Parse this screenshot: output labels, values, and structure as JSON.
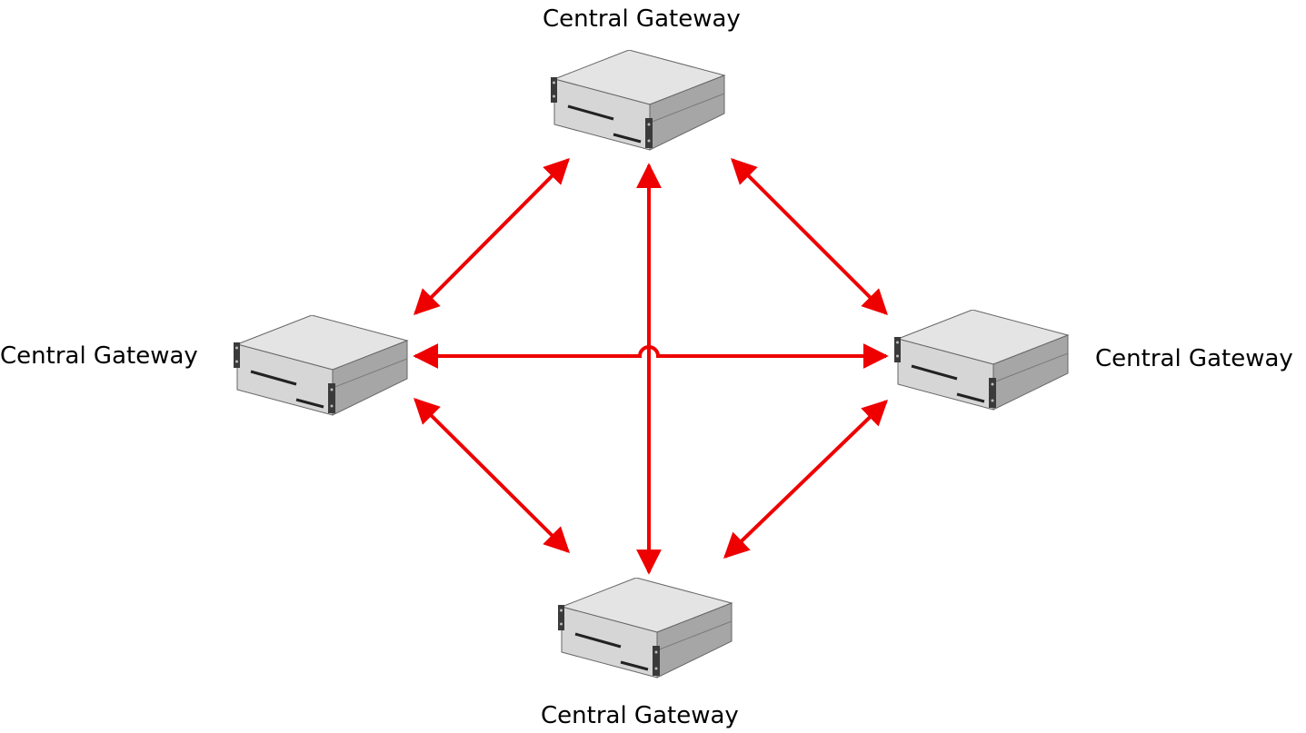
{
  "nodes": {
    "top": {
      "label": "Central Gateway",
      "icon": "server-icon"
    },
    "left": {
      "label": "Central Gateway",
      "icon": "server-icon"
    },
    "right": {
      "label": "Central Gateway",
      "icon": "server-icon"
    },
    "bottom": {
      "label": "Central Gateway",
      "icon": "server-icon"
    }
  },
  "connections": [
    {
      "from": "top",
      "to": "left",
      "direction": "bidirectional"
    },
    {
      "from": "top",
      "to": "right",
      "direction": "bidirectional"
    },
    {
      "from": "top",
      "to": "bottom",
      "direction": "bidirectional"
    },
    {
      "from": "left",
      "to": "right",
      "direction": "bidirectional",
      "style": "line-hop"
    },
    {
      "from": "left",
      "to": "bottom",
      "direction": "bidirectional"
    },
    {
      "from": "right",
      "to": "bottom",
      "direction": "bidirectional"
    }
  ],
  "colors": {
    "arrow": "#ee0000",
    "server_top": "#e4e4e4",
    "server_front": "#d2d2d2",
    "server_side": "#a6a6a6",
    "server_outline": "#555555",
    "server_bracket": "#3a3a3a"
  }
}
